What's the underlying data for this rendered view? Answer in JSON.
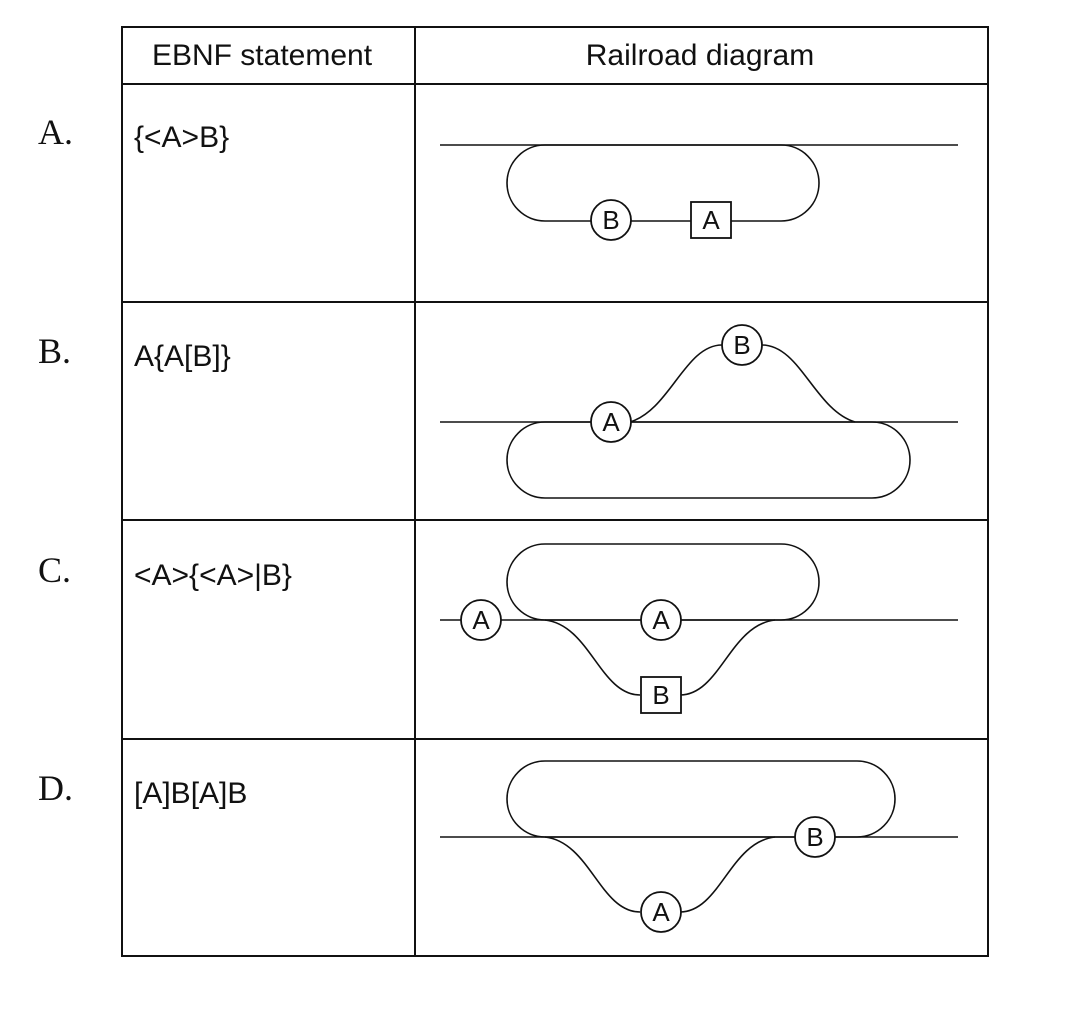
{
  "table": {
    "header_statement": "EBNF statement",
    "header_diagram": "Railroad diagram"
  },
  "options": [
    {
      "label": "A.",
      "statement": "{<A>B}",
      "nodes": [
        {
          "shape": "circle",
          "text": "B"
        },
        {
          "shape": "box",
          "text": "A"
        }
      ]
    },
    {
      "label": "B.",
      "statement": "A{A[B]}",
      "nodes": [
        {
          "shape": "circle",
          "text": "B"
        },
        {
          "shape": "circle",
          "text": "A"
        }
      ]
    },
    {
      "label": "C.",
      "statement": "<A>{<A>|B}",
      "nodes": [
        {
          "shape": "circle",
          "text": "A"
        },
        {
          "shape": "circle",
          "text": "A"
        },
        {
          "shape": "box",
          "text": "B"
        }
      ]
    },
    {
      "label": "D.",
      "statement": "[A]B[A]B",
      "nodes": [
        {
          "shape": "circle",
          "text": "B"
        },
        {
          "shape": "circle",
          "text": "A"
        }
      ]
    }
  ]
}
